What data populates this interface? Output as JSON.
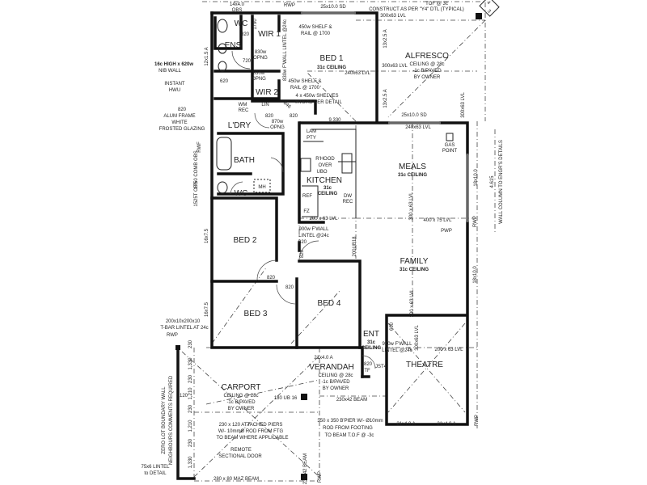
{
  "rooms": {
    "bed1": {
      "name": "BED 1",
      "ceiling": "31c CEILING"
    },
    "alfresco": {
      "name": "ALFRESCO",
      "ceiling": "CEILING @ 28c",
      "paving": "-1c B/PAVED",
      "by": "BY OWNER"
    },
    "wir1": {
      "name": "WIR 1"
    },
    "wir2": {
      "name": "WIR 2"
    },
    "ens": {
      "name": "ENS"
    },
    "wc1": {
      "name": "WC"
    },
    "wc2": {
      "name": "WC"
    },
    "lin": {
      "name": "LIN"
    },
    "ldry": {
      "name": "L'DRY"
    },
    "bath": {
      "name": "BATH"
    },
    "mh": {
      "name": "MH"
    },
    "kitchen": {
      "name": "KITCHEN",
      "ceiling1": "31c",
      "ceiling2": "CEILING",
      "pantry1": "LAM",
      "pantry2": "PTY",
      "hood1": "R'HOOD",
      "hood2": "OVER",
      "hood3": "UBO",
      "ref": "REF",
      "fz": "FZ",
      "dw1": "DW",
      "dw2": "REC"
    },
    "meals": {
      "name": "MEALS",
      "ceiling": "31c CEILING",
      "gas1": "GAS",
      "gas2": "POINT"
    },
    "family": {
      "name": "FAMILY",
      "ceiling": "31c CEILING"
    },
    "bed2": {
      "name": "BED 2"
    },
    "bed3": {
      "name": "BED 3"
    },
    "bed4": {
      "name": "BED 4"
    },
    "ent": {
      "name": "ENT",
      "ceiling1": "31c",
      "ceiling2": "CEILING"
    },
    "theatre": {
      "name": "THEATRE"
    },
    "verandah": {
      "name": "VERANDAH",
      "ceiling": "CEILING @ 28c",
      "paving": "-1c B/PAVED",
      "by": "BY OWNER"
    },
    "carport": {
      "name": "CARPORT",
      "ceiling": "CEILING @ 28c",
      "paving": "-1c B/PAVED",
      "by": "BY OWNER"
    }
  },
  "annotations": {
    "obs_top1": "14x4.0",
    "obs_top2": "OBS",
    "rwp_top": "RWP",
    "sd_top": "25x10.0 SD",
    "construct": "CONSTRUCT AS PER \"Y4\" DTL (TYPICAL)",
    "tof": "TOF @ 3c",
    "lvl_top": "300x63 LVL",
    "shelf1a": "450w SHELF &",
    "shelf1b": "RAIL @ 1700",
    "opng1a": "830w",
    "opng1b": "OPNG",
    "opng2a": "830w",
    "opng2b": "OPNG",
    "fwall_bed1": "830w F'WALL LINTEL @24c",
    "d720a": "720",
    "d820a": "820",
    "d620a": "620",
    "d1790": "1790",
    "shelf2a": "450w SHELF &",
    "shelf2b": "RAIL @ 1700",
    "shelves1": "4 x 450w SHELVES",
    "shelves2": "HTS AS PER DETAIL",
    "lvl_bed1": "240x63 LVL",
    "lvl_alf": "300x63 LVL",
    "win_a1": "13x2.5 A",
    "win_a2": "13x2.5 A",
    "nib1": "16c HIGH x 620w",
    "nib2": "NIB WALL",
    "win_ens": "12x1.5 A",
    "hwu1": "INSTANT",
    "hwu2": "HWU",
    "alum0": "820",
    "alum1": "ALUM FRAME",
    "alum2": "WHITE",
    "alum3": "FROSTED GLAZING",
    "wm1": "WM",
    "wm2": "REC",
    "d820b": "820",
    "opng3a": "870w",
    "opng3b": "OPNG",
    "d820c": "820",
    "d846": "846",
    "d9330": "9.330",
    "sd_meals": "25x10.0 SD",
    "lvl_meals": "240x63 LVL",
    "lvl_alf_r": "300x63 LVL",
    "win_meals": "18x10.0",
    "col1": "4.615",
    "col2": "WALL COLUMN TO ENGR'S DETAILS",
    "lvl400": "400 x 75 LVL",
    "pwp": "PWP",
    "rwp_r": "RWP",
    "lvl_kit": "200 x 63 LVL",
    "fwall_k1": "900w F'WALL",
    "fwall_k2": "LINTEL @24c",
    "ub18": "200UB18",
    "lvl_v1": "300 x 63 LVL",
    "lvl_v2": "300 x 63 LVL",
    "win_fam": "18x10.0",
    "win_b2": "16x7.5",
    "win_b3": "16x7.5",
    "d820d": "820",
    "d820e": "820",
    "d820f": "820",
    "d820g": "820",
    "d600": "600",
    "fwall_e1": "930w F'WALL",
    "fwall_e2": "LINTEL @24c",
    "lvl_ent": "300x63 LVL",
    "lvl_th": "200 x 63 LVL",
    "win_ver": "21x4.0 A",
    "d820h": "820",
    "tf": "TF",
    "jst4": "JST4",
    "win_th1": "21x4.0 A",
    "win_th2": "21x4.0 A",
    "beam230": "230x42 BEAM",
    "ub16": "180 UB 16",
    "tbar1": "200x10x200x10",
    "tbar2": "T-BAR LINTEL AT 24c",
    "rwp_cp": "RWP",
    "zero1": "ZERO LOT BOUNDARY WALL",
    "zero2": "NEIGHBOURS COMMENTS REQUIRED",
    "cp_dims": [
      "230",
      "1,330",
      "230",
      "1,210",
      "230",
      "1,210",
      "230",
      "1,330"
    ],
    "d120": "120",
    "piers1": "230 x 120 ATTACHED PIERS",
    "piers2": "W/- 10mmØ ROD FROM FTG",
    "piers3": "TO BEAM WHERE APPLICABLE",
    "bpier1": "350 x 350 B'PIER W/- Ø10mm",
    "bpier2": "ROD FROM FOOTING",
    "bpier3": "TO BEAM T.O.F @ -3c",
    "door1": "REMOTE",
    "door2": "SECTIONAL DOOR",
    "lintel1": "75x6 LINTEL",
    "lintel2": "to DETAIL",
    "maz": "280 x 80 MAZ BEAM",
    "beam_v": "230x42 BEAM",
    "rwp_b1": "RWP",
    "rwp_b2": "RWP",
    "comb": "1750 COMB OBS",
    "obs_wc": "1525T OBS",
    "rwf": "RWF",
    "sheet1": "4",
    "sheet2": "3"
  }
}
